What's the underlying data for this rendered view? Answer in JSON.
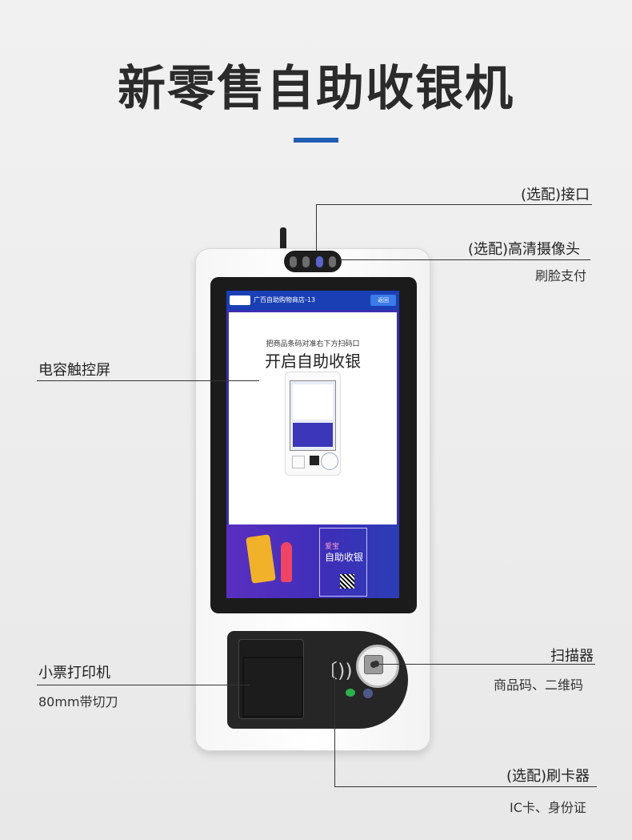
{
  "title": "新零售自助收银机",
  "accent_color": "#1f5db3",
  "callouts": {
    "interface": "(选配)接口",
    "camera": "(选配)高清摄像头",
    "face_pay": "刷脸支付",
    "touchscreen": "电容触控屏",
    "printer": "小票打印机",
    "printer_detail": "80mm带切刀",
    "scanner": "扫描器",
    "scanner_detail": "商品码、二维码",
    "card_reader": "(选配)刷卡器",
    "card_reader_detail": "IC卡、身份证"
  },
  "screen": {
    "store_name": "广百自助购物商店-13",
    "back_button": "返回",
    "hint": "把商品条码对准右下方扫码口",
    "headline": "开启自助收银",
    "ad_tag": "爱宝",
    "ad_title": "自助收银"
  },
  "icons": {
    "nfc": "nfc-contactless-icon",
    "wechat": "wechat-icon"
  }
}
